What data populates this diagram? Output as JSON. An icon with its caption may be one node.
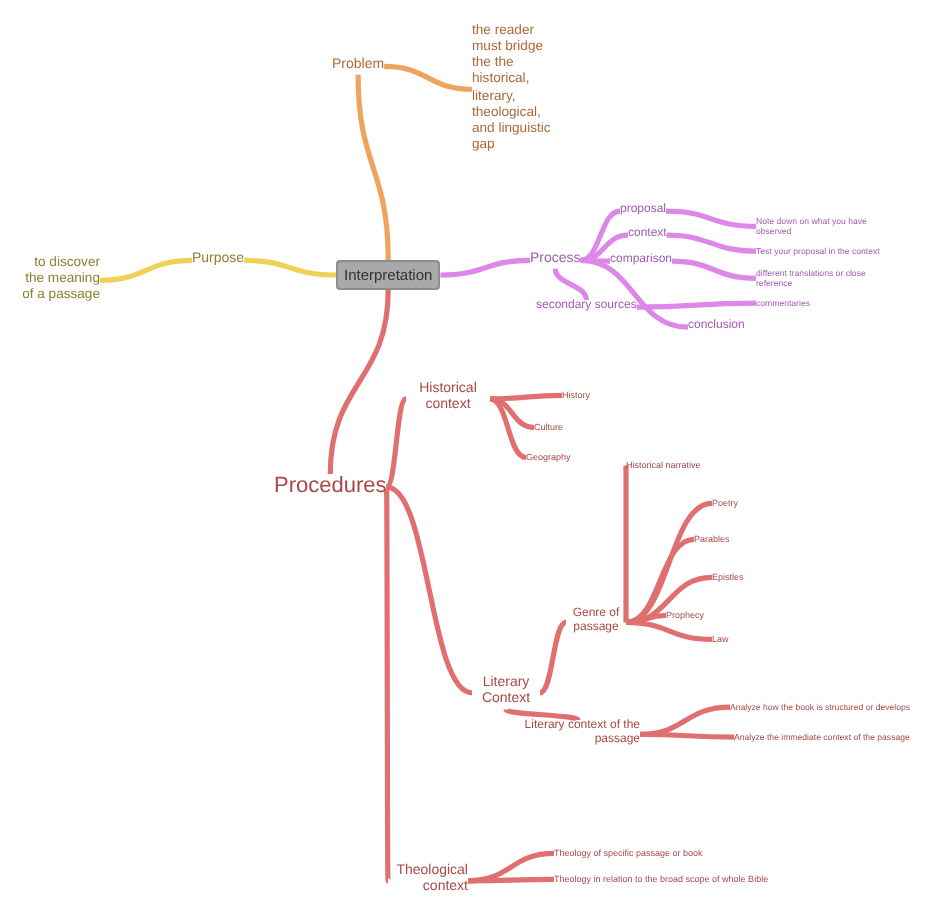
{
  "diagram": {
    "nodes": [
      {
        "text": [
          "Interpretation"
        ]
      },
      {
        "text": [
          "Problem"
        ]
      },
      {
        "text": [
          "the reader must bridge the the historical, literary, theological, and linguistic gap"
        ]
      },
      {
        "text": [
          "Purpose"
        ]
      },
      {
        "text": [
          "to discover the meaning of a passage"
        ]
      },
      {
        "text": [
          "Process"
        ]
      },
      {
        "text": [
          "proposal"
        ]
      },
      {
        "text": [
          "context"
        ]
      },
      {
        "text": [
          "comparison"
        ]
      },
      {
        "text": [
          "secondary sources"
        ]
      },
      {
        "text": [
          "conclusion"
        ]
      },
      {
        "text": [
          "Note down on what you have observed"
        ]
      },
      {
        "text": [
          "Test your proposal in the context"
        ]
      },
      {
        "text": [
          "different translations or close reference"
        ]
      },
      {
        "text": [
          "commentaries"
        ]
      },
      {
        "text": [
          "Procedures"
        ]
      },
      {
        "text": [
          "Historical context"
        ]
      },
      {
        "text": [
          "History"
        ]
      },
      {
        "text": [
          "Culture"
        ]
      },
      {
        "text": [
          "Geography"
        ]
      },
      {
        "text": [
          "Literary Context"
        ]
      },
      {
        "text": [
          "Genre of passage"
        ]
      },
      {
        "text": [
          "Historical narrative"
        ]
      },
      {
        "text": [
          "Poetry"
        ]
      },
      {
        "text": [
          "Parables"
        ]
      },
      {
        "text": [
          "Epistles"
        ]
      },
      {
        "text": [
          "Prophecy"
        ]
      },
      {
        "text": [
          "Law"
        ]
      },
      {
        "text": [
          "Literary context of the passage"
        ]
      },
      {
        "text": [
          "Analyze how the book is structured or develops"
        ]
      },
      {
        "text": [
          "Analyze the immediate context of the passage"
        ]
      },
      {
        "text": [
          "Theological context"
        ]
      },
      {
        "text": [
          "Theology of specific passage or book"
        ]
      },
      {
        "text": [
          "Theology in relation to the broad scope of whole Bible"
        ]
      }
    ],
    "edges": [
      {
        "from": 0,
        "to": 1,
        "arrow": "none",
        "color": "#f0a35e"
      },
      {
        "from": 1,
        "to": 2,
        "arrow": "none",
        "color": "#f0a35e"
      },
      {
        "from": 0,
        "to": 3,
        "arrow": "none",
        "color": "#efd255"
      },
      {
        "from": 3,
        "to": 4,
        "arrow": "none",
        "color": "#efd255"
      },
      {
        "from": 0,
        "to": 5,
        "arrow": "none",
        "color": "#dd88e8"
      },
      {
        "from": 5,
        "to": 6,
        "arrow": "none",
        "color": "#dd88e8"
      },
      {
        "from": 5,
        "to": 7,
        "arrow": "none",
        "color": "#dd88e8"
      },
      {
        "from": 5,
        "to": 8,
        "arrow": "none",
        "color": "#dd88e8"
      },
      {
        "from": 5,
        "to": 9,
        "arrow": "none",
        "color": "#dd88e8"
      },
      {
        "from": 5,
        "to": 10,
        "arrow": "none",
        "color": "#dd88e8"
      },
      {
        "from": 6,
        "to": 11,
        "arrow": "none",
        "color": "#dd88e8"
      },
      {
        "from": 7,
        "to": 12,
        "arrow": "none",
        "color": "#dd88e8"
      },
      {
        "from": 8,
        "to": 13,
        "arrow": "none",
        "color": "#dd88e8"
      },
      {
        "from": 9,
        "to": 14,
        "arrow": "none",
        "color": "#dd88e8"
      },
      {
        "from": 0,
        "to": 15,
        "arrow": "none"
      },
      {
        "from": 15,
        "to": 16,
        "arrow": "none"
      },
      {
        "from": 16,
        "to": 17,
        "arrow": "none"
      },
      {
        "from": 16,
        "to": 18,
        "arrow": "none"
      },
      {
        "from": 16,
        "to": 19,
        "arrow": "none"
      },
      {
        "from": 15,
        "to": 20,
        "arrow": "none"
      },
      {
        "from": 20,
        "to": 21,
        "arrow": "none"
      },
      {
        "from": 21,
        "to": 22,
        "arrow": "none"
      },
      {
        "from": 21,
        "to": 23,
        "arrow": "none"
      },
      {
        "from": 21,
        "to": 24,
        "arrow": "none"
      },
      {
        "from": 21,
        "to": 25,
        "arrow": "none"
      },
      {
        "from": 21,
        "to": 26,
        "arrow": "none"
      },
      {
        "from": 21,
        "to": 27,
        "arrow": "none"
      },
      {
        "from": 20,
        "to": 28,
        "arrow": "none"
      },
      {
        "from": 28,
        "to": 29,
        "arrow": "none"
      },
      {
        "from": 28,
        "to": 30,
        "arrow": "none"
      },
      {
        "from": 15,
        "to": 31,
        "arrow": "none"
      },
      {
        "from": 31,
        "to": 32,
        "arrow": "none"
      },
      {
        "from": 31,
        "to": 33,
        "arrow": "none"
      }
    ]
  }
}
